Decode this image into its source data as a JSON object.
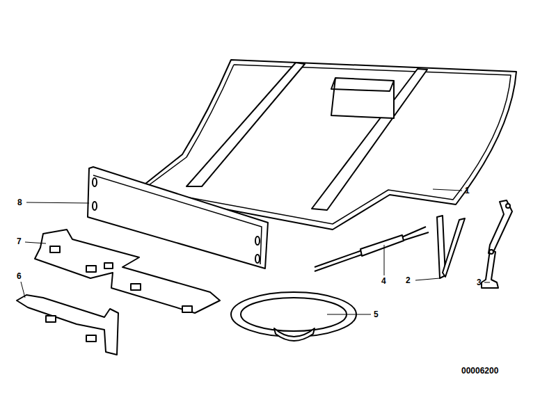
{
  "diagram": {
    "labels": [
      "1",
      "2",
      "3",
      "4",
      "5",
      "6",
      "7",
      "8",
      "00006200"
    ]
  }
}
